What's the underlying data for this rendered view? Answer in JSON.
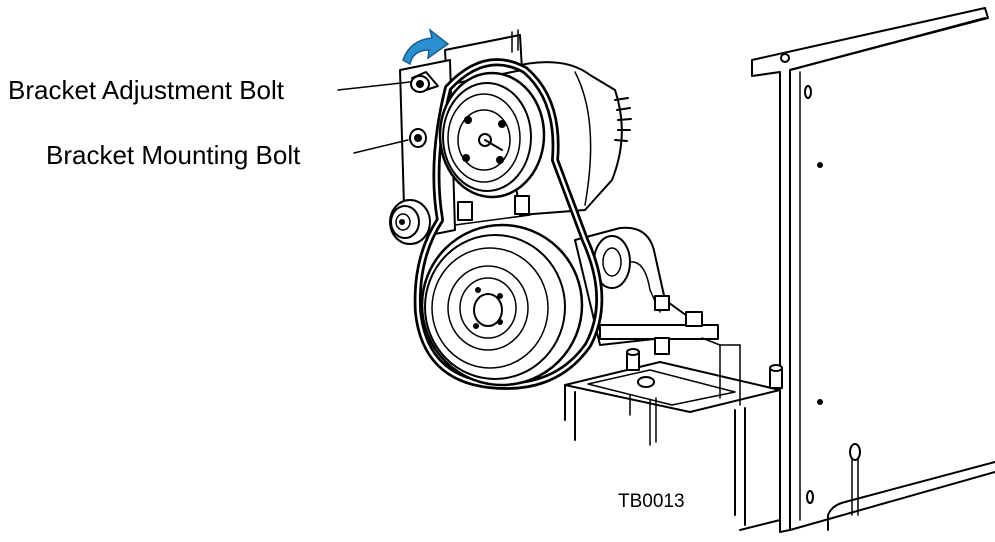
{
  "labels": {
    "adjustment_bolt": "Bracket Adjustment Bolt",
    "mounting_bolt": "Bracket Mounting Bolt",
    "drawing_code": "TB0013"
  },
  "colors": {
    "line": "#000000",
    "arrow": "#2e8fd0",
    "background": "#ffffff"
  },
  "icons": {
    "rotation_arrow": "curved-arrow-icon"
  }
}
